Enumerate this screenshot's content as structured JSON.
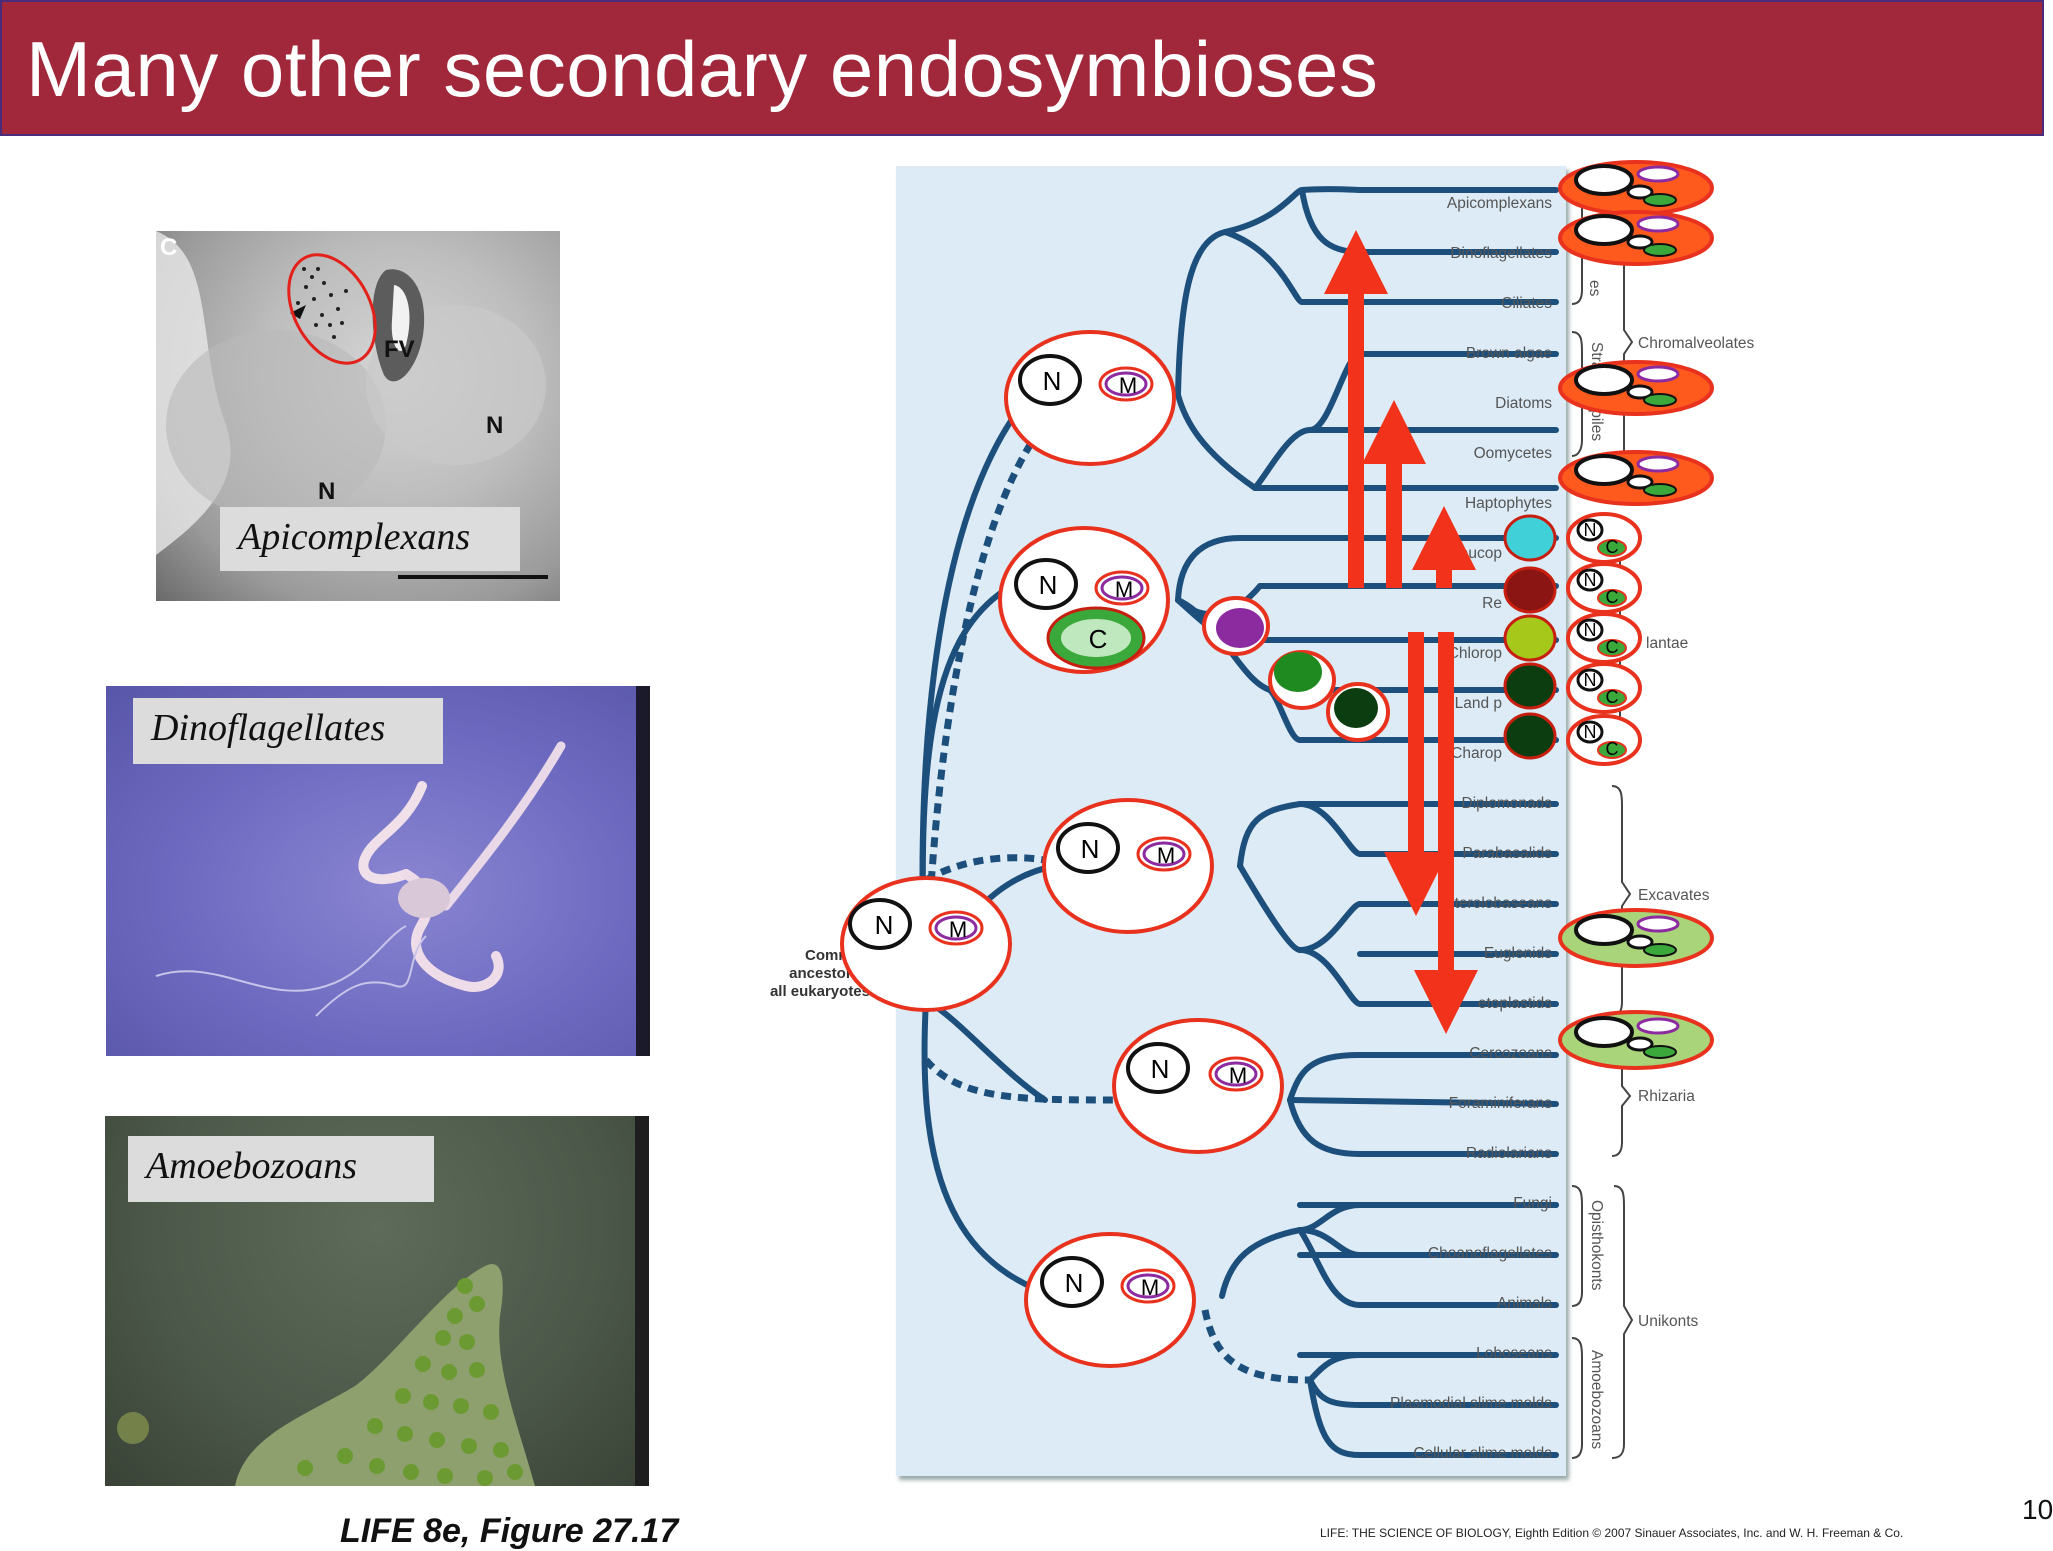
{
  "slide": {
    "title": "Many other secondary endosymbioses",
    "page_number": "10",
    "figure_ref": "LIFE 8e, Figure 27.17",
    "copyright": "LIFE: THE SCIENCE OF BIOLOGY, Eighth Edition © 2007 Sinauer Associates, Inc. and W. H. Freeman & Co."
  },
  "photos": {
    "apicomplexans": {
      "label": "Apicomplexans",
      "marks": [
        "C",
        "FV",
        "N",
        "N"
      ]
    },
    "dinoflagellates": {
      "label": "Dinoflagellates"
    },
    "amoebozoans": {
      "label": "Amoebozoans"
    }
  },
  "tree": {
    "root_label": [
      "Common",
      "ancestor of",
      "all eukaryotes"
    ],
    "taxa": [
      "Apicomplexans",
      "Dinoflagellates",
      "Ciliates",
      "Brown algae",
      "Diatoms",
      "Oomycetes",
      "Haptophytes",
      "Glaucophytes",
      "Red algae",
      "Chlorophytes",
      "Land plants",
      "Charophytes",
      "Diplomonads",
      "Parabasalids",
      "Heteroloboseans",
      "Euglenids",
      "Kinetoplastids",
      "Cercozoans",
      "Foraminiferans",
      "Radiolarians",
      "Fungi",
      "Choanoflagellates",
      "Animals",
      "Loboseans",
      "Plasmodial slime molds",
      "Cellular slime molds"
    ],
    "taxa_visible": [
      "Apicomplexans",
      "Dinoflagellates",
      "Ciliates",
      "Brown algae",
      "Diatoms",
      "Oomycetes",
      "Haptophytes",
      "Glaucop",
      "Re",
      "Chlorop",
      "Land p",
      "Charop",
      "Diplomonads",
      "Parabasalids",
      "terolobaseans",
      "Euglenids",
      "etoplastids",
      "Cercozoans",
      "Foraminiferans",
      "Radiolarians",
      "Fungi",
      "Choanoflagellates",
      "Animals",
      "Loboseans",
      "Plasmodial slime molds",
      "Cellular slime molds"
    ],
    "subgroups": [
      "Alveolates",
      "Stramenopiles",
      "Opisthokonts",
      "Amoebozoans"
    ],
    "subgroups_visible": [
      "es",
      "Stramenopiles",
      "Opisthokonts",
      "Amoebozoans"
    ],
    "supergroups": [
      "Chromalveolates",
      "Plantae",
      "Excavates",
      "Rhizaria",
      "Unikonts"
    ],
    "supergroups_visible": [
      "Chromalveolates",
      "lantae",
      "Excavates",
      "Rhizaria",
      "Unikonts"
    ]
  },
  "cell_marks": {
    "nucleus": "N",
    "mitochondrion": "M",
    "chloroplast": "C"
  },
  "colors": {
    "title_bg": "#a0283a",
    "branch": "#1d4f7c",
    "arrow": "#f2321a",
    "cell_outline": "#e8321e",
    "mito": "#8c2aa0",
    "chloroplast": "#3aa83a",
    "glaucophyte": "#3fd0d8",
    "red_alga": "#8b1512",
    "chlorophyte": "#a6c81a",
    "land_plant": "#0c3d10",
    "alveolate_plastid_host": "#ff5a1e",
    "excavate_plastid_host": "#a9d47a"
  }
}
